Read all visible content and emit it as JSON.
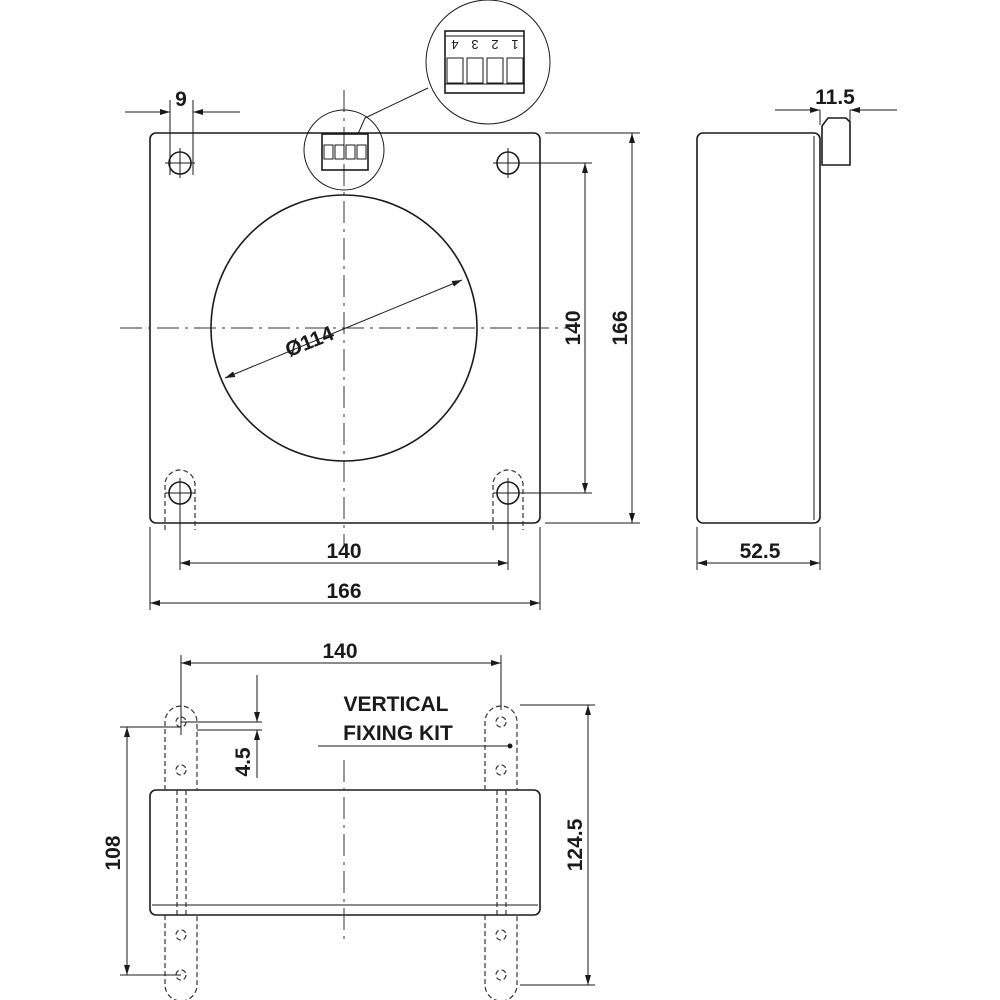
{
  "front_view": {
    "dim_hole_offset": "9",
    "dim_inner_diameter": "Ø114",
    "dim_hole_spacing_vertical": "140",
    "dim_height": "166",
    "dim_hole_spacing_horizontal": "140",
    "dim_width": "166",
    "terminal_labels": [
      "4",
      "3",
      "2",
      "1"
    ]
  },
  "side_view": {
    "dim_terminal_depth": "11.5",
    "dim_depth": "52.5"
  },
  "bottom_view": {
    "dim_hole_spacing": "140",
    "dim_offset": "4.5",
    "dim_body_height": "108",
    "dim_kit_height": "124.5",
    "label_line1": "VERTICAL",
    "label_line2": "FIXING KIT"
  }
}
